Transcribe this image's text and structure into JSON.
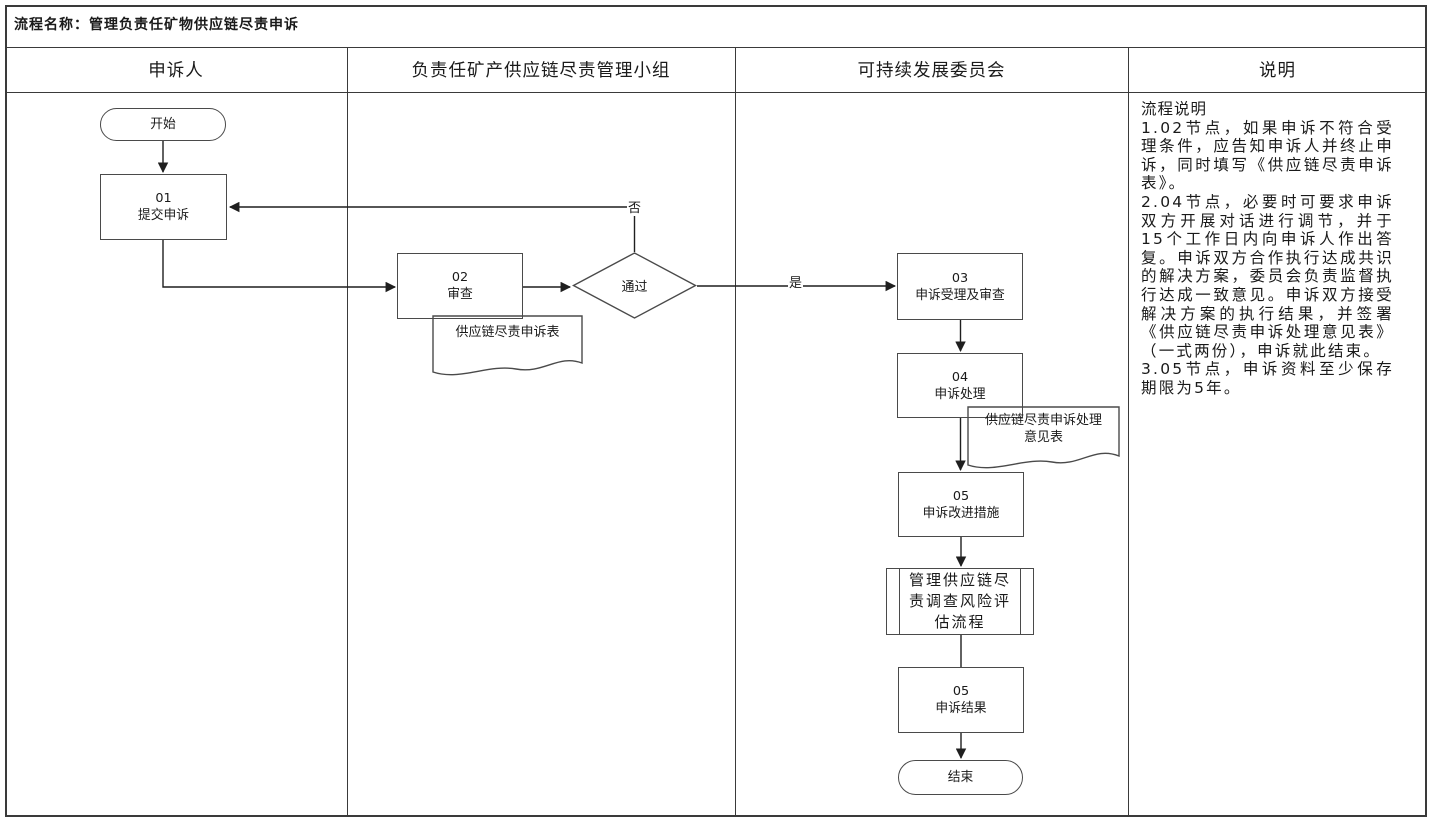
{
  "title": "流程名称：管理负责任矿物供应链尽责申诉",
  "lanes": [
    {
      "label": "申诉人"
    },
    {
      "label": "负责任矿产供应链尽责管理小组"
    },
    {
      "label": "可持续发展委员会"
    },
    {
      "label": "说明"
    }
  ],
  "nodes": {
    "start": {
      "type": "terminator",
      "label": "开始"
    },
    "submit": {
      "type": "process",
      "label": "01\n提交申诉"
    },
    "review": {
      "type": "process",
      "label": "02\n审查"
    },
    "doc_complaint": {
      "type": "document",
      "label": "供应链尽责申诉表"
    },
    "decision": {
      "type": "decision",
      "label": "通过"
    },
    "accept": {
      "type": "process",
      "label": "03\n申诉受理及审查"
    },
    "handle": {
      "type": "process",
      "label": "04\n申诉处理"
    },
    "doc_opinion": {
      "type": "document",
      "label": "供应链尽责申诉处理\n意见表"
    },
    "improve": {
      "type": "process",
      "label": "05\n申诉改进措施"
    },
    "subprocess": {
      "type": "predefined-process",
      "label": "管理供应链尽责调查风险评估流程"
    },
    "result": {
      "type": "process",
      "label": "05\n申诉结果"
    },
    "end": {
      "type": "terminator",
      "label": "结束"
    }
  },
  "edge_labels": {
    "no": "否",
    "yes": "是"
  },
  "notes": {
    "heading": "流程说明",
    "items": [
      "1.02节点，如果申诉不符合受理条件，应告知申诉人并终止申诉，同时填写《供应链尽责申诉表》。",
      "2.04节点，必要时可要求申诉双方开展对话进行调节，并于15个工作日内向申诉人作出答复。申诉双方合作执行达成共识的解决方案，委员会负责监督执行达成一致意见。申诉双方接受解决方案的执行结果，并签署《供应链尽责申诉处理意见表》（一式两份），申诉就此结束。",
      "3.05节点，申诉资料至少保存期限为5年。"
    ]
  },
  "colors": {
    "table_border": "#3a3a3a",
    "node_border": "#4a4a4a",
    "connector": "#1f1f1f",
    "text": "#1a1a1a",
    "background": "#ffffff"
  }
}
